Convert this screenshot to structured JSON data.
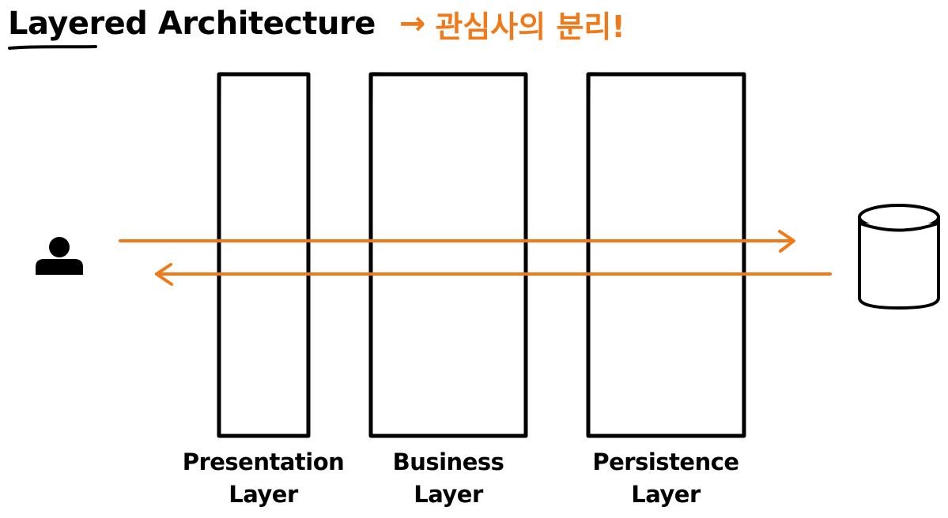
{
  "title": {
    "main": "Layered Architecture",
    "arrow": "→",
    "sub": "관심사의 분리!"
  },
  "layers": [
    {
      "line1": "Presentation",
      "line2": "Layer"
    },
    {
      "line1": "Business",
      "line2": "Layer"
    },
    {
      "line1": "Persistence",
      "line2": "Layer"
    }
  ],
  "icons": {
    "user": "user-icon",
    "database": "database-icon"
  },
  "colors": {
    "accent": "#f07a1a",
    "ink": "#000000"
  }
}
